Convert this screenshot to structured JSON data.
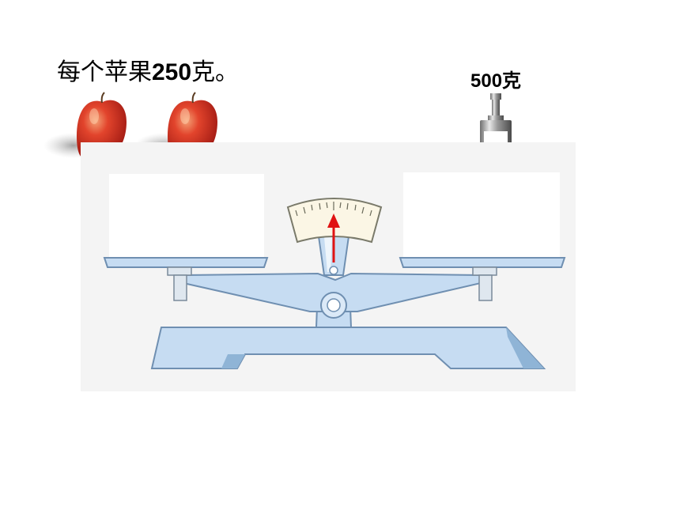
{
  "caption": {
    "prefix": "每个苹果",
    "number": "250",
    "suffix": "克。"
  },
  "weight_label": "500克",
  "objects": {
    "apples": [
      "apple-icon",
      "apple-icon"
    ],
    "weight": "weight-icon",
    "scale": "balance-scale-icon"
  },
  "colors": {
    "scale_fill": "#c6dcf2",
    "scale_outline": "#6f8fb1",
    "pointer": "#e01313",
    "apple": "#d3261c"
  }
}
